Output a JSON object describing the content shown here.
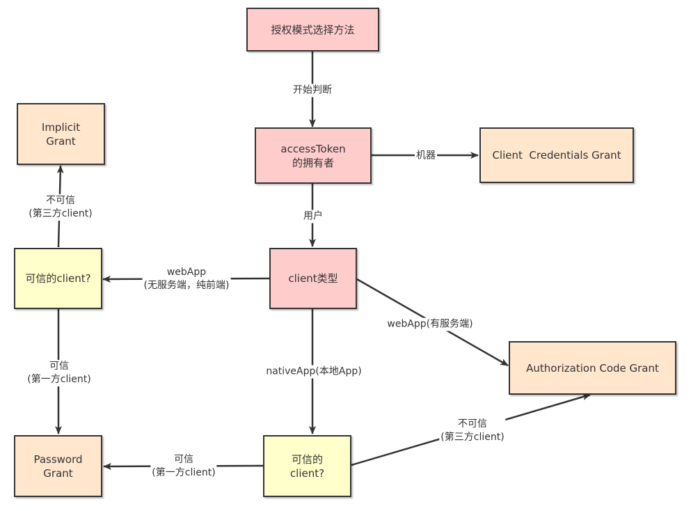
{
  "nodes": {
    "grant_mode_select": "授权模式选择方法",
    "access_token_owner": "accessToken\n的拥有者",
    "client_credentials": "Client  Credentials Grant",
    "implicit_grant": "Implicit\nGrant",
    "client_type": "client类型",
    "trusted_client_web": "可信的client?",
    "authorization_code": "Authorization Code Grant",
    "password_grant": "Password\nGrant",
    "trusted_client_native": "可信的\nclient?"
  },
  "edges": {
    "start_judge": "开始判断",
    "machine": "机器",
    "user": "用户",
    "untrusted_third_party_top": "不可信\n(第三方client)",
    "web_app_no_server": "webApp\n(无服务端，纯前端)",
    "web_app_with_server": "webApp(有服务端)",
    "trusted_first_party_left": "可信\n(第一方client)",
    "native_app": "nativeApp(本地App)",
    "untrusted_third_party_bottom": "不可信\n(第三方client)",
    "trusted_first_party_bottom": "可信\n(第一方client)"
  },
  "colors": {
    "pink": "#ffcccc",
    "peach": "#ffe6cc",
    "yellow": "#ffffcc",
    "stroke": "#333333"
  }
}
